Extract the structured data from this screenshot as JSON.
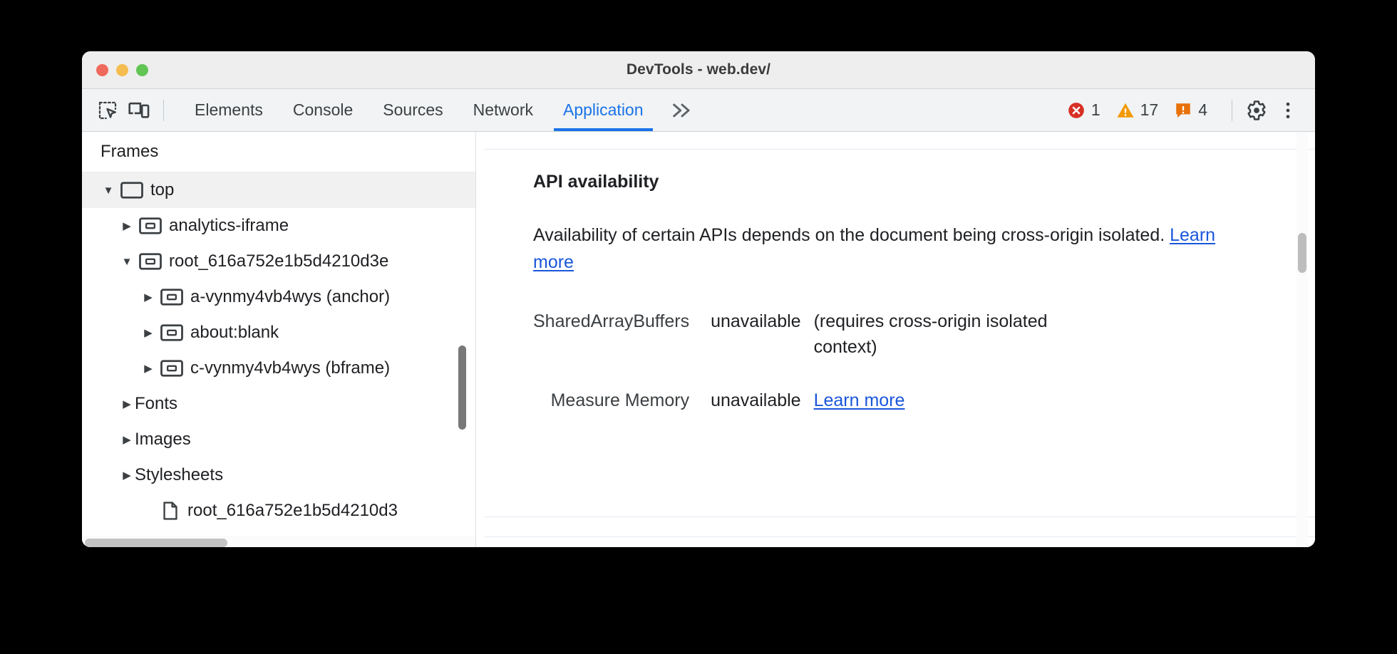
{
  "window": {
    "title": "DevTools - web.dev/",
    "traffic_lights": [
      "close-button",
      "minimize-button",
      "maximize-button"
    ]
  },
  "toolbar": {
    "inspect_icon": "inspect-element-icon",
    "device_icon": "device-toolbar-icon",
    "tabs": [
      {
        "label": "Elements",
        "active": false
      },
      {
        "label": "Console",
        "active": false
      },
      {
        "label": "Sources",
        "active": false
      },
      {
        "label": "Network",
        "active": false
      },
      {
        "label": "Application",
        "active": true
      }
    ],
    "more_tabs_label": "»",
    "counters": [
      {
        "name": "errors",
        "icon": "error-icon",
        "count": "1",
        "color": "#d93025"
      },
      {
        "name": "warnings",
        "icon": "warning-icon",
        "count": "17",
        "color": "#f29900"
      },
      {
        "name": "issues",
        "icon": "issue-icon",
        "count": "4",
        "color": "#e8710a"
      }
    ],
    "settings_icon": "gear-icon",
    "more_options_icon": "kebab-menu-icon",
    "accent_color": "#1a73e8"
  },
  "sidebar": {
    "header": "Frames",
    "tree": [
      {
        "label": "top",
        "expanded": true,
        "indent": 0,
        "icon": "frame-icon",
        "selected": true
      },
      {
        "label": "analytics-iframe",
        "expanded": false,
        "indent": 1,
        "icon": "iframe-icon",
        "selected": false
      },
      {
        "label": "root_616a752e1b5d4210d3e",
        "expanded": true,
        "indent": 1,
        "icon": "iframe-icon",
        "selected": false
      },
      {
        "label": "a-vynmy4vb4wys (anchor)",
        "expanded": false,
        "indent": 2,
        "icon": "iframe-icon",
        "selected": false
      },
      {
        "label": "about:blank",
        "expanded": false,
        "indent": 2,
        "icon": "iframe-icon",
        "selected": false
      },
      {
        "label": "c-vynmy4vb4wys (bframe)",
        "expanded": false,
        "indent": 2,
        "icon": "iframe-icon",
        "selected": false
      },
      {
        "label": "Fonts",
        "expanded": false,
        "indent": 1,
        "icon": "none",
        "selected": false
      },
      {
        "label": "Images",
        "expanded": false,
        "indent": 1,
        "icon": "none",
        "selected": false
      },
      {
        "label": "Stylesheets",
        "expanded": false,
        "indent": 1,
        "icon": "none",
        "selected": false
      },
      {
        "label": "root_616a752e1b5d4210d3",
        "expanded": false,
        "indent": 2,
        "icon": "document-icon",
        "selected": false
      }
    ]
  },
  "main": {
    "heading": "API availability",
    "paragraph_before_link": "Availability of certain APIs depends on the document being cross-origin isolated. ",
    "paragraph_link": "Learn more",
    "rows": [
      {
        "key": "SharedArrayBuffers",
        "value": "unavailable",
        "note": "(requires cross-origin isolated context)",
        "link": ""
      },
      {
        "key": "Measure Memory",
        "value": "unavailable",
        "note": "",
        "link": "Learn more"
      }
    ]
  }
}
